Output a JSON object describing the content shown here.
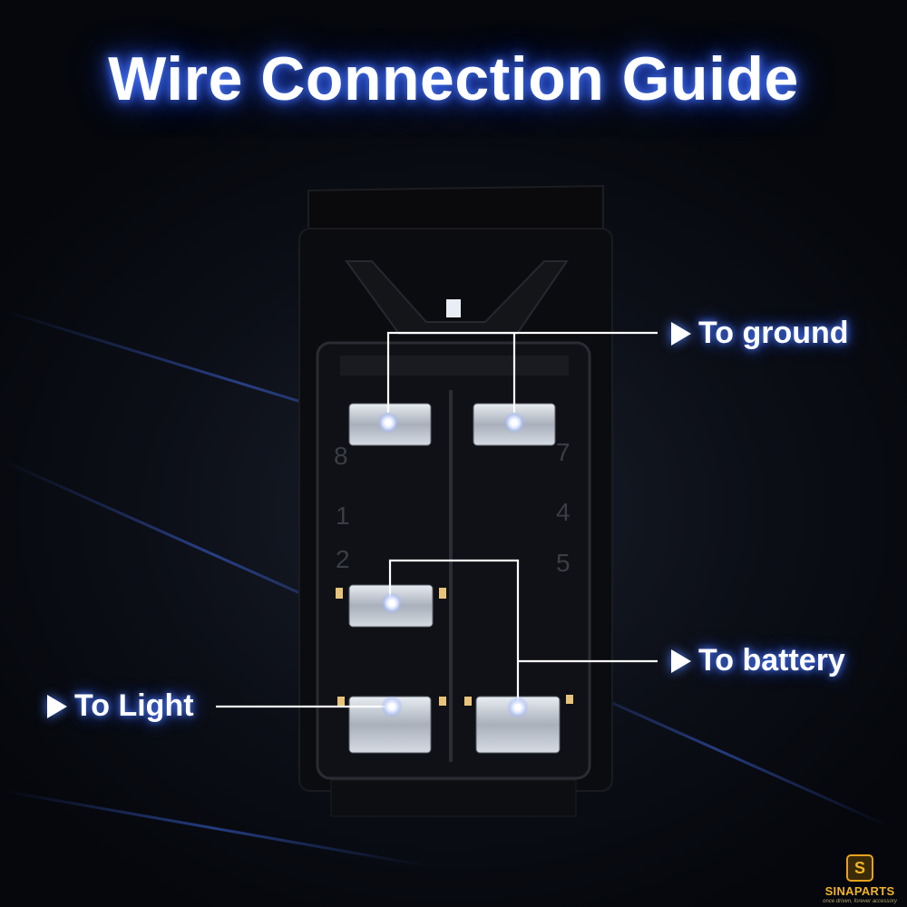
{
  "title": "Wire Connection Guide",
  "labels": {
    "ground": "To ground",
    "battery": "To battery",
    "light": "To Light"
  },
  "pin_numbers": {
    "p8": "8",
    "p7": "7",
    "p1": "1",
    "p4": "4",
    "p2": "2",
    "p5": "5"
  },
  "logo": {
    "badge": "S",
    "name": "SINAPARTS",
    "tagline": "once driven, forever accessory"
  },
  "colors": {
    "glow": "#2f5cff",
    "line": "#ffffff",
    "brand": "#f2b428"
  }
}
